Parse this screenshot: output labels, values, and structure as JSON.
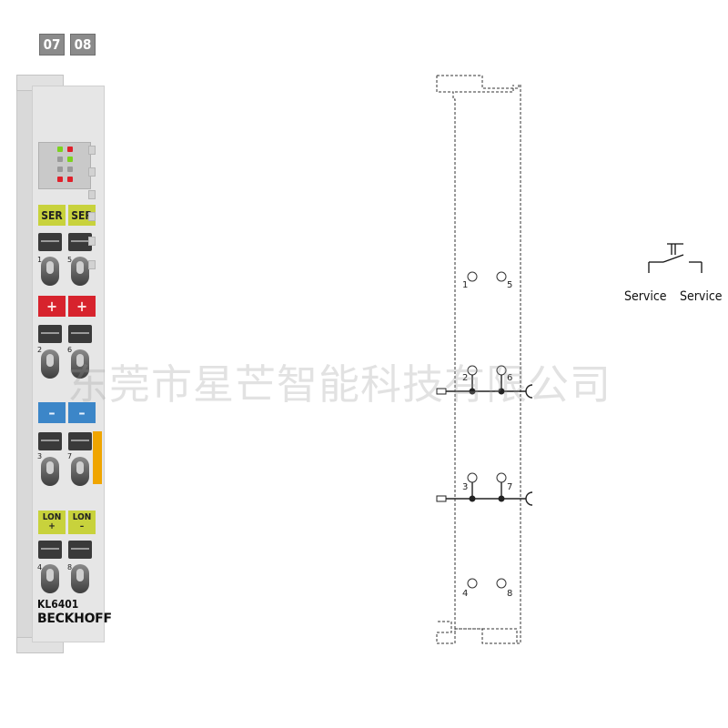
{
  "module": {
    "channel_labels": [
      "07",
      "08"
    ],
    "badges": {
      "row1": [
        "SER",
        "SER"
      ],
      "row2": [
        "+",
        "+"
      ],
      "row3": [
        "–",
        "–"
      ],
      "row4_line1": [
        "LON",
        "LON"
      ],
      "row4_line2": [
        "+",
        "–"
      ]
    },
    "terminal_numbers": [
      "1",
      "5",
      "2",
      "6",
      "3",
      "7",
      "4",
      "8"
    ],
    "model": "KL6401",
    "brand": "BECKHOFF",
    "led_colors": {
      "green": "#7dd21e",
      "red": "#e0202a",
      "off": "#9a9a9a"
    }
  },
  "schematic": {
    "terminals": [
      "1",
      "5",
      "2",
      "6",
      "3",
      "7",
      "4",
      "8"
    ]
  },
  "service_legend": {
    "labels": [
      "Service",
      "Service"
    ]
  },
  "watermark": "东莞市星芒智能科技有限公司"
}
